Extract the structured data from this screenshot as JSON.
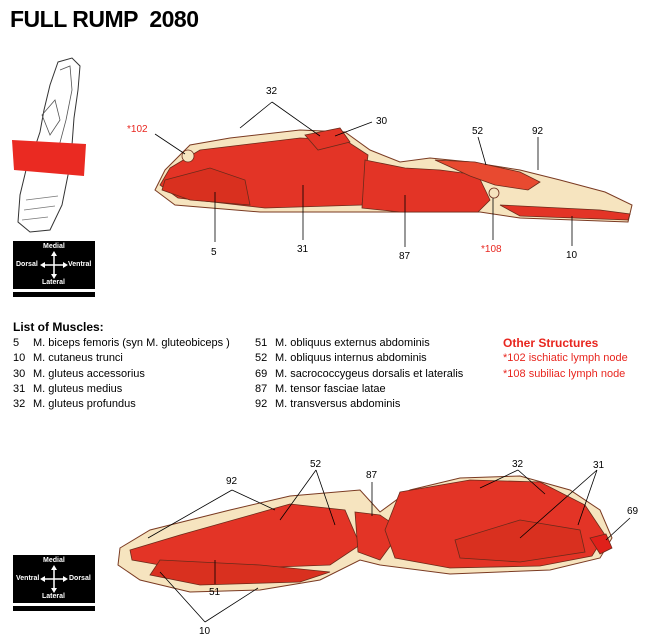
{
  "title": "FULL RUMP  2080",
  "colors": {
    "muscle": "#e33426",
    "fat": "#f6e4bf",
    "outline": "#6b2a1a",
    "red_text": "#e8261f"
  },
  "orientation_top": {
    "top": "Medial",
    "left": "Dorsal",
    "right": "Ventral",
    "bottom": "Lateral"
  },
  "orientation_bottom": {
    "top": "Medial",
    "left": "Ventral",
    "right": "Dorsal",
    "bottom": "Lateral"
  },
  "top_labels": {
    "l32": "32",
    "l30": "30",
    "l102": "*102",
    "l52": "52",
    "l92": "92",
    "l5": "5",
    "l31": "31",
    "l87": "87",
    "l108": "*108",
    "l10": "10"
  },
  "bottom_labels": {
    "l92": "92",
    "l52": "52",
    "l87": "87",
    "l32": "32",
    "l31": "31",
    "l69": "69",
    "l51": "51",
    "l10": "10"
  },
  "muscles_heading": "List of Muscles:",
  "muscles_col1": [
    {
      "num": "5",
      "name": "M. biceps femoris (syn M. gluteobiceps )"
    },
    {
      "num": "10",
      "name": "M. cutaneus trunci"
    },
    {
      "num": "30",
      "name": "M. gluteus accessorius"
    },
    {
      "num": "31",
      "name": "M. gluteus medius"
    },
    {
      "num": "32",
      "name": "M. gluteus profundus"
    }
  ],
  "muscles_col2": [
    {
      "num": "51",
      "name": "M. obliquus externus abdominis"
    },
    {
      "num": "52",
      "name": "M. obliquus internus abdominis"
    },
    {
      "num": "69",
      "name": "M. sacrococcygeus dorsalis et lateralis"
    },
    {
      "num": "87",
      "name": "M. tensor fasciae latae"
    },
    {
      "num": "92",
      "name": "M. transversus abdominis"
    }
  ],
  "other_heading": "Other Structures",
  "other_items": [
    "*102  ischiatic lymph node",
    "*108  subiliac lymph node"
  ]
}
